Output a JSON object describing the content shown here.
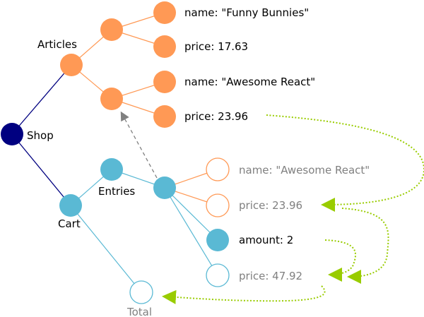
{
  "colors": {
    "shop": "#000080",
    "articles": "#ff9955",
    "articles_stroke": "#ff9955",
    "cart": "#5ab9d4",
    "cart_stroke": "#5ab9d4",
    "arrow_green": "#99cc00",
    "arrow_gray": "#808080",
    "text_dark": "#000000",
    "text_gray": "#808080"
  },
  "nodes": {
    "shop": "Shop",
    "articles": "Articles",
    "cart": "Cart",
    "entries": "Entries",
    "total": "Total"
  },
  "article_fields": {
    "a1_name": "name: \"Funny Bunnies\"",
    "a1_price": "price: 17.63",
    "a2_name": "name: \"Awesome React\"",
    "a2_price": "price: 23.96"
  },
  "entry_fields": {
    "name": "name: \"Awesome React\"",
    "price": "price: 23.96",
    "amount": "amount: 2",
    "subtotal": "price: 47.92"
  }
}
